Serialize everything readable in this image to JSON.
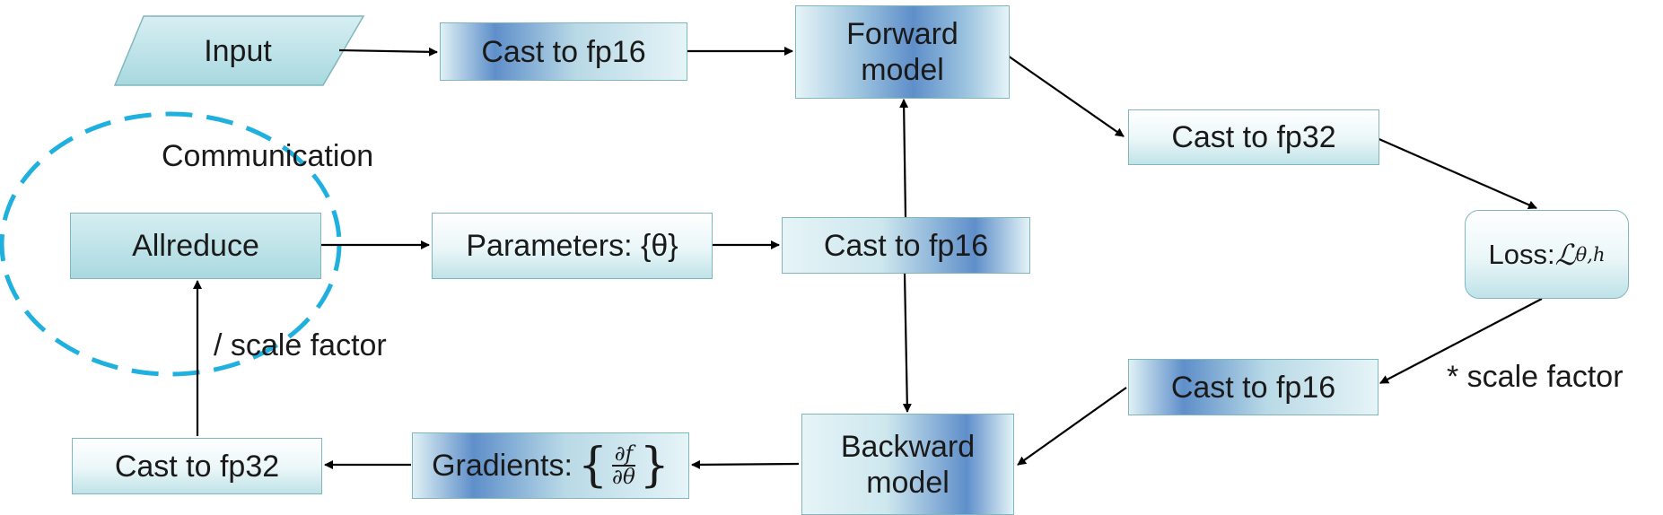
{
  "nodes": {
    "input": "Input",
    "cast_fp16_top": "Cast to fp16",
    "forward_model": [
      "Forward",
      "model"
    ],
    "cast_fp32_right": "Cast to fp32",
    "loss_label": "Loss:",
    "loss_symbol": "ℒ",
    "loss_subscript": "θ,h",
    "allreduce": "Allreduce",
    "parameters": "Parameters: {θ}",
    "cast_fp16_mid": "Cast to fp16",
    "cast_fp16_right": "Cast to fp16",
    "backward_model": [
      "Backward",
      "model"
    ],
    "gradients_label": "Gradients:",
    "gradients_num": "∂f",
    "gradients_den": "∂θ",
    "cast_fp32_left": "Cast to fp32"
  },
  "labels": {
    "communication": "Communication",
    "divide_scale": "/ scale factor",
    "multiply_scale": "* scale factor"
  },
  "colors": {
    "node_border": "#7fb7bd",
    "node_fill_light": "#e6f4f7",
    "node_fill_blue": "#5f8fca",
    "dashed_ellipse": "#1fb0e0",
    "arrow": "#000000"
  }
}
